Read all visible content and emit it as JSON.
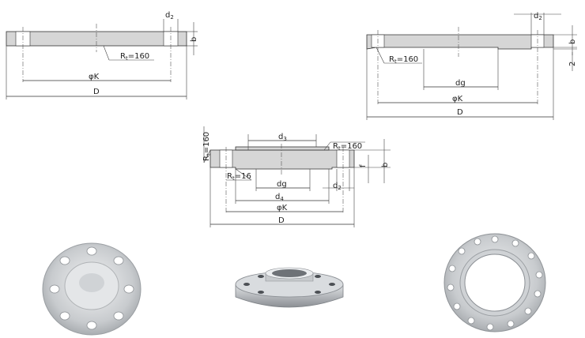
{
  "diagram1": {
    "d2": "d",
    "d2_sub": "2",
    "b": "b",
    "rt": "R",
    "rt_sub": "t",
    "rt_val": "=160",
    "phik": "φK",
    "D": "D"
  },
  "diagram2": {
    "d2": "d",
    "d2_sub": "2",
    "b": "b",
    "two": "2",
    "rt": "R",
    "rt_sub": "t",
    "rt_val": "=160",
    "dg": "dg",
    "phik": "φK",
    "D": "D"
  },
  "diagram3": {
    "rt_top": "R",
    "rt_top_sub": "t",
    "rt_top_val": "=160",
    "d3": "d",
    "d3_sub": "3",
    "rt_right": "R",
    "rt_right_sub": "t",
    "rt_right_val": "=160",
    "f": "f",
    "b": "b",
    "rt_left": "R",
    "rt_left_sub": "t",
    "rt_left_val": "=16",
    "dg": "dg",
    "d2": "d",
    "d2_sub": "2",
    "d4": "d",
    "d4_sub": "4",
    "phik": "φK",
    "D": "D"
  },
  "colors": {
    "body_fill": "#d6d6d6",
    "metal_light": "#e8eaec",
    "metal_dark": "#8b8f94"
  }
}
